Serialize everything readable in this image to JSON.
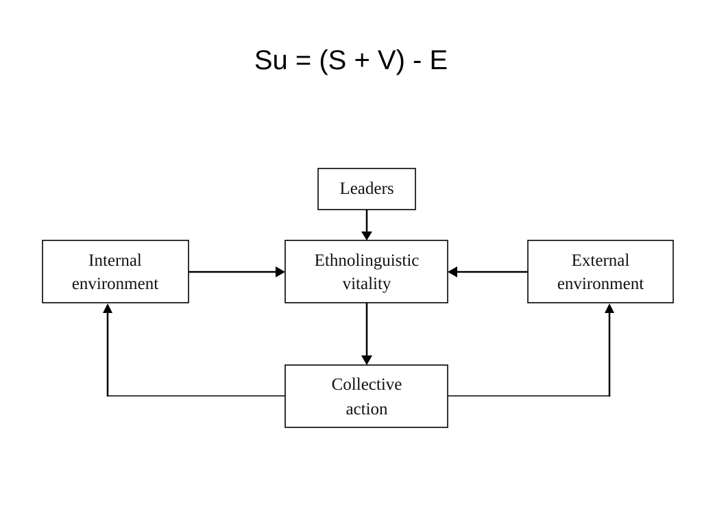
{
  "formula": "Su = (S + V) - E",
  "nodes": {
    "leaders": {
      "lines": [
        "Leaders"
      ]
    },
    "ethnolinguistic_vitality": {
      "lines": [
        "Ethnolinguistic",
        "vitality"
      ]
    },
    "internal_environment": {
      "lines": [
        "Internal",
        "environment"
      ]
    },
    "external_environment": {
      "lines": [
        "External",
        "environment"
      ]
    },
    "collective_action": {
      "lines": [
        "Collective",
        "action"
      ]
    }
  },
  "edges": [
    {
      "from": "leaders",
      "to": "ethnolinguistic_vitality"
    },
    {
      "from": "internal_environment",
      "to": "ethnolinguistic_vitality"
    },
    {
      "from": "external_environment",
      "to": "ethnolinguistic_vitality"
    },
    {
      "from": "ethnolinguistic_vitality",
      "to": "collective_action"
    },
    {
      "from": "collective_action",
      "to": "internal_environment"
    },
    {
      "from": "collective_action",
      "to": "external_environment"
    }
  ],
  "colors": {
    "background": "#ffffff",
    "stroke": "#000000",
    "text": "#111111"
  }
}
